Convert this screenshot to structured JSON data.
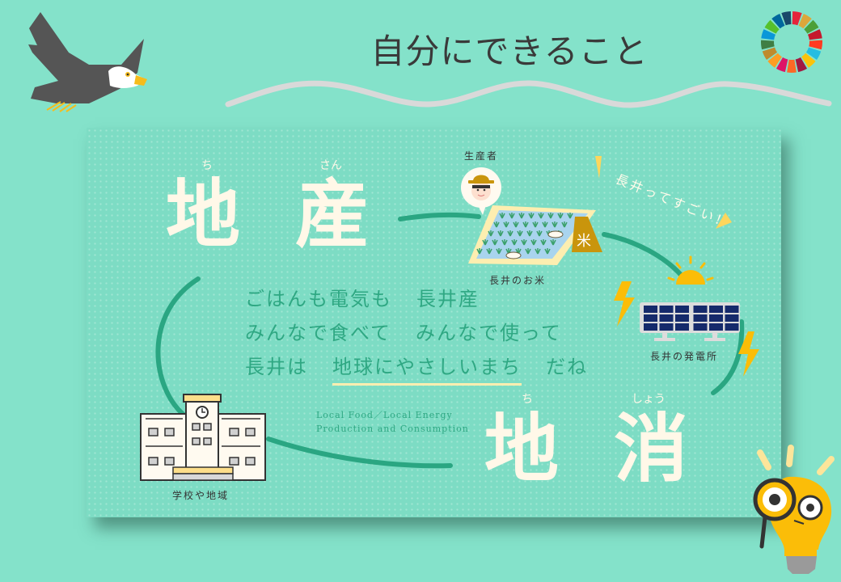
{
  "header": {
    "title": "自分にできること",
    "eagle_icon": "bald-eagle-illustration",
    "sdgs_icon": "sdgs-color-wheel"
  },
  "card": {
    "top_left": {
      "kanji": [
        "地",
        "産"
      ],
      "ruby": [
        "ち",
        "さん"
      ]
    },
    "bottom_right": {
      "kanji": [
        "地",
        "消"
      ],
      "ruby": [
        "ち",
        "しょう"
      ]
    },
    "message": {
      "line1": [
        "ごはんも電気も",
        "長井産"
      ],
      "line2": [
        "みんなで食べて",
        "みんなで使って"
      ],
      "line3": [
        "長井は",
        "地球にやさしいまち",
        "だね"
      ]
    },
    "english": {
      "line1": "Local Food／Local Energy",
      "line2": "Production and Consumption"
    },
    "nodes": {
      "producer": {
        "label": "生産者",
        "icon": "farmer-icon"
      },
      "rice": {
        "label": "長井のお米",
        "icon": "rice-paddy-icon",
        "bag_text": "米"
      },
      "power": {
        "label": "長井の発電所",
        "icon": "solar-panel-icon"
      },
      "school": {
        "label": "学校や地域",
        "icon": "school-building-icon"
      }
    },
    "exclaim": "長井ってすごい！"
  },
  "mascot": {
    "icon": "lightbulb-magnifier-mascot"
  },
  "colors": {
    "background": "#84e2ca",
    "card": "#7ddcc4",
    "cycle_line": "#2aa682",
    "message_text": "#2fa883",
    "big_text": "#fff8e8",
    "accent_yellow": "#fbbd08",
    "wave": "#d9d9d9"
  }
}
